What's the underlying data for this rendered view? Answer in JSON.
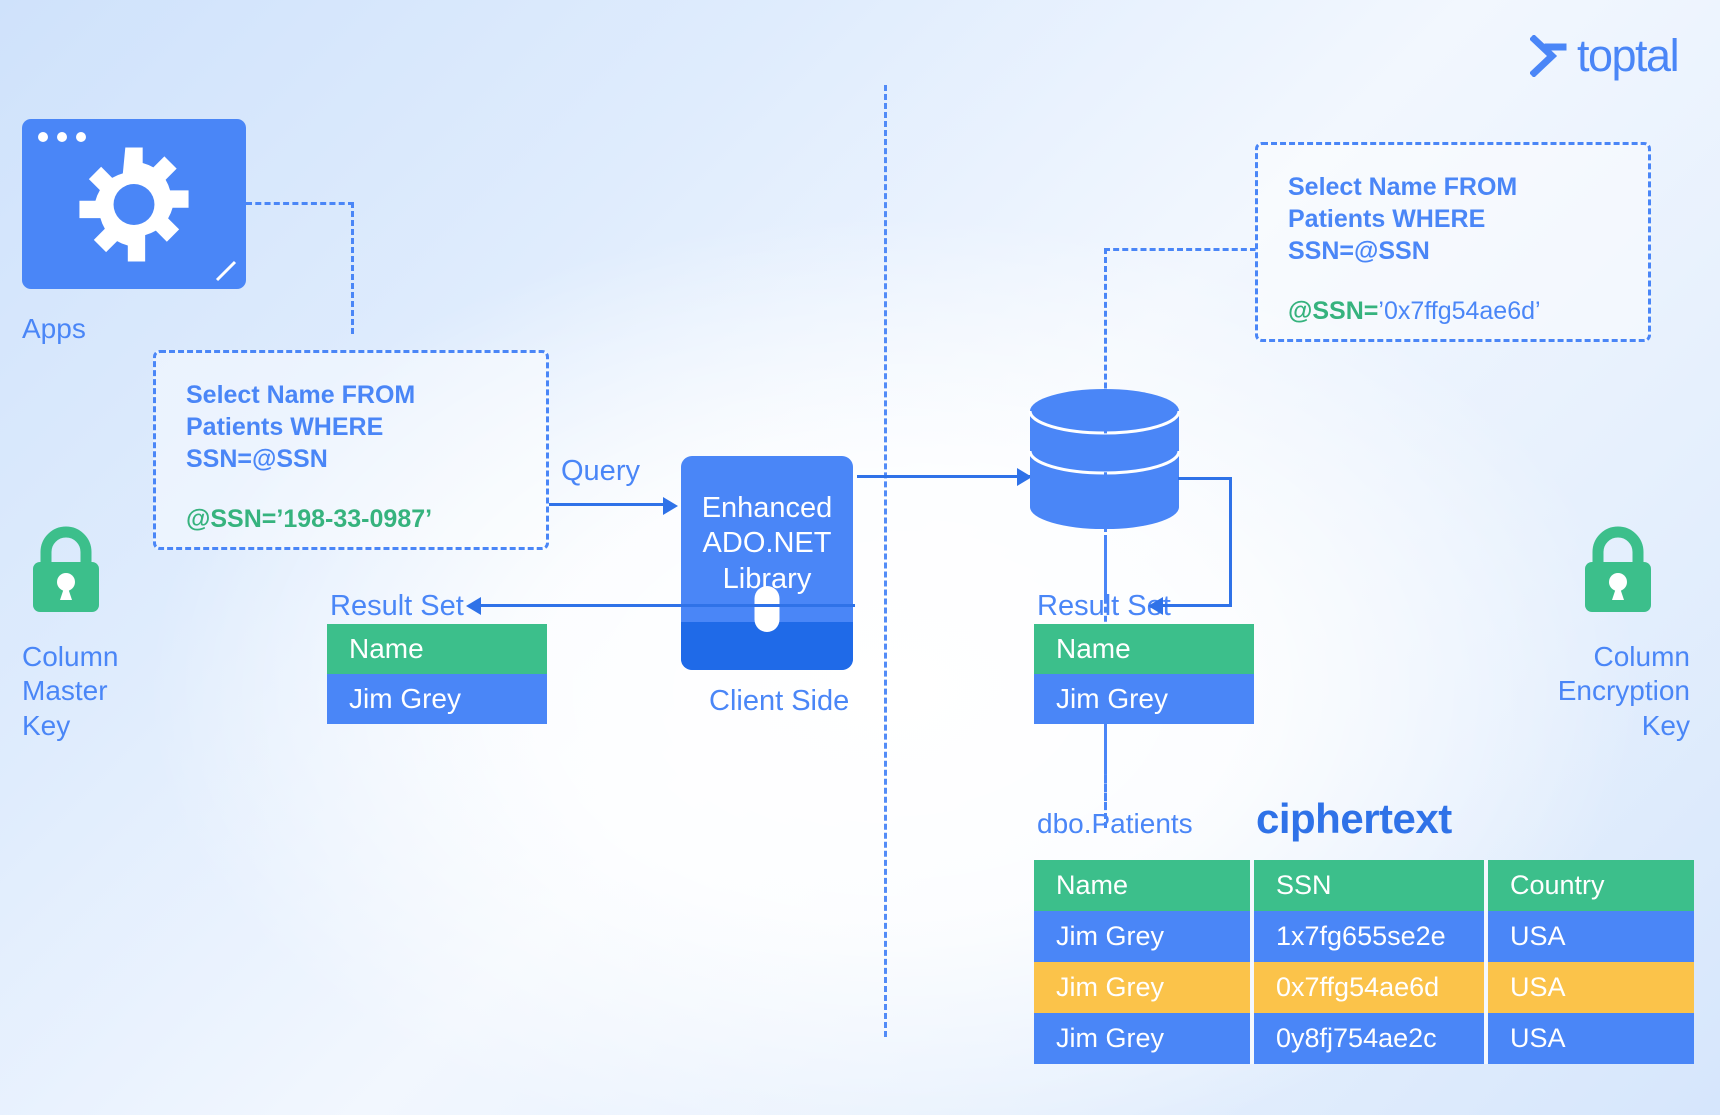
{
  "brand": {
    "name": "toptal",
    "logo_icon": "toptal-chevron-icon",
    "color": "#4a86f7"
  },
  "colors": {
    "blue": "#4a86f7",
    "blue_dark": "#2f72e8",
    "green": "#3cbf8b",
    "yellow": "#fbc34a",
    "white": "#ffffff"
  },
  "left": {
    "apps_label": "Apps",
    "apps_icon": "window-gear-icon",
    "query_box": {
      "sql_line1": "Select Name FROM",
      "sql_line2": "Patients WHERE SSN=@SSN",
      "param_prefix": "@SSN=",
      "param_value": "’198-33-0987’"
    },
    "key_icon": "padlock-icon",
    "key_label": "Column Master Key",
    "key_label_lines": [
      "Column",
      "Master",
      "Key"
    ]
  },
  "center": {
    "query_arrow_label": "Query",
    "client_box_lines": [
      "Enhanced",
      "ADO.NET",
      "Library"
    ],
    "client_caption": "Client Side"
  },
  "right": {
    "query_box": {
      "sql_line1": "Select Name FROM",
      "sql_line2": "Patients WHERE SSN=@SSN",
      "param_prefix": "@SSN=",
      "param_value": "’0x7ffg54ae6d’"
    },
    "database_icon": "database-cylinder-icon",
    "key_icon": "padlock-icon",
    "key_label_lines": [
      "Column",
      "Encryption",
      "Key"
    ],
    "table_name": "dbo.Patients",
    "ciphertext_title": "ciphertext"
  },
  "result_sets": {
    "label": "Result Set",
    "left": {
      "columns": [
        "Name"
      ],
      "rows": [
        [
          "Jim Grey"
        ]
      ]
    },
    "right": {
      "columns": [
        "Name"
      ],
      "rows": [
        [
          "Jim Grey"
        ]
      ]
    }
  },
  "patients_table": {
    "columns": [
      "Name",
      "SSN",
      "Country"
    ],
    "rows": [
      {
        "cells": [
          "Jim Grey",
          "1x7fg655se2e",
          "USA"
        ],
        "highlight": false
      },
      {
        "cells": [
          "Jim Grey",
          "0x7ffg54ae6d",
          "USA"
        ],
        "highlight": true
      },
      {
        "cells": [
          "Jim Grey",
          "0y8fj754ae2c",
          "USA"
        ],
        "highlight": false
      }
    ]
  }
}
